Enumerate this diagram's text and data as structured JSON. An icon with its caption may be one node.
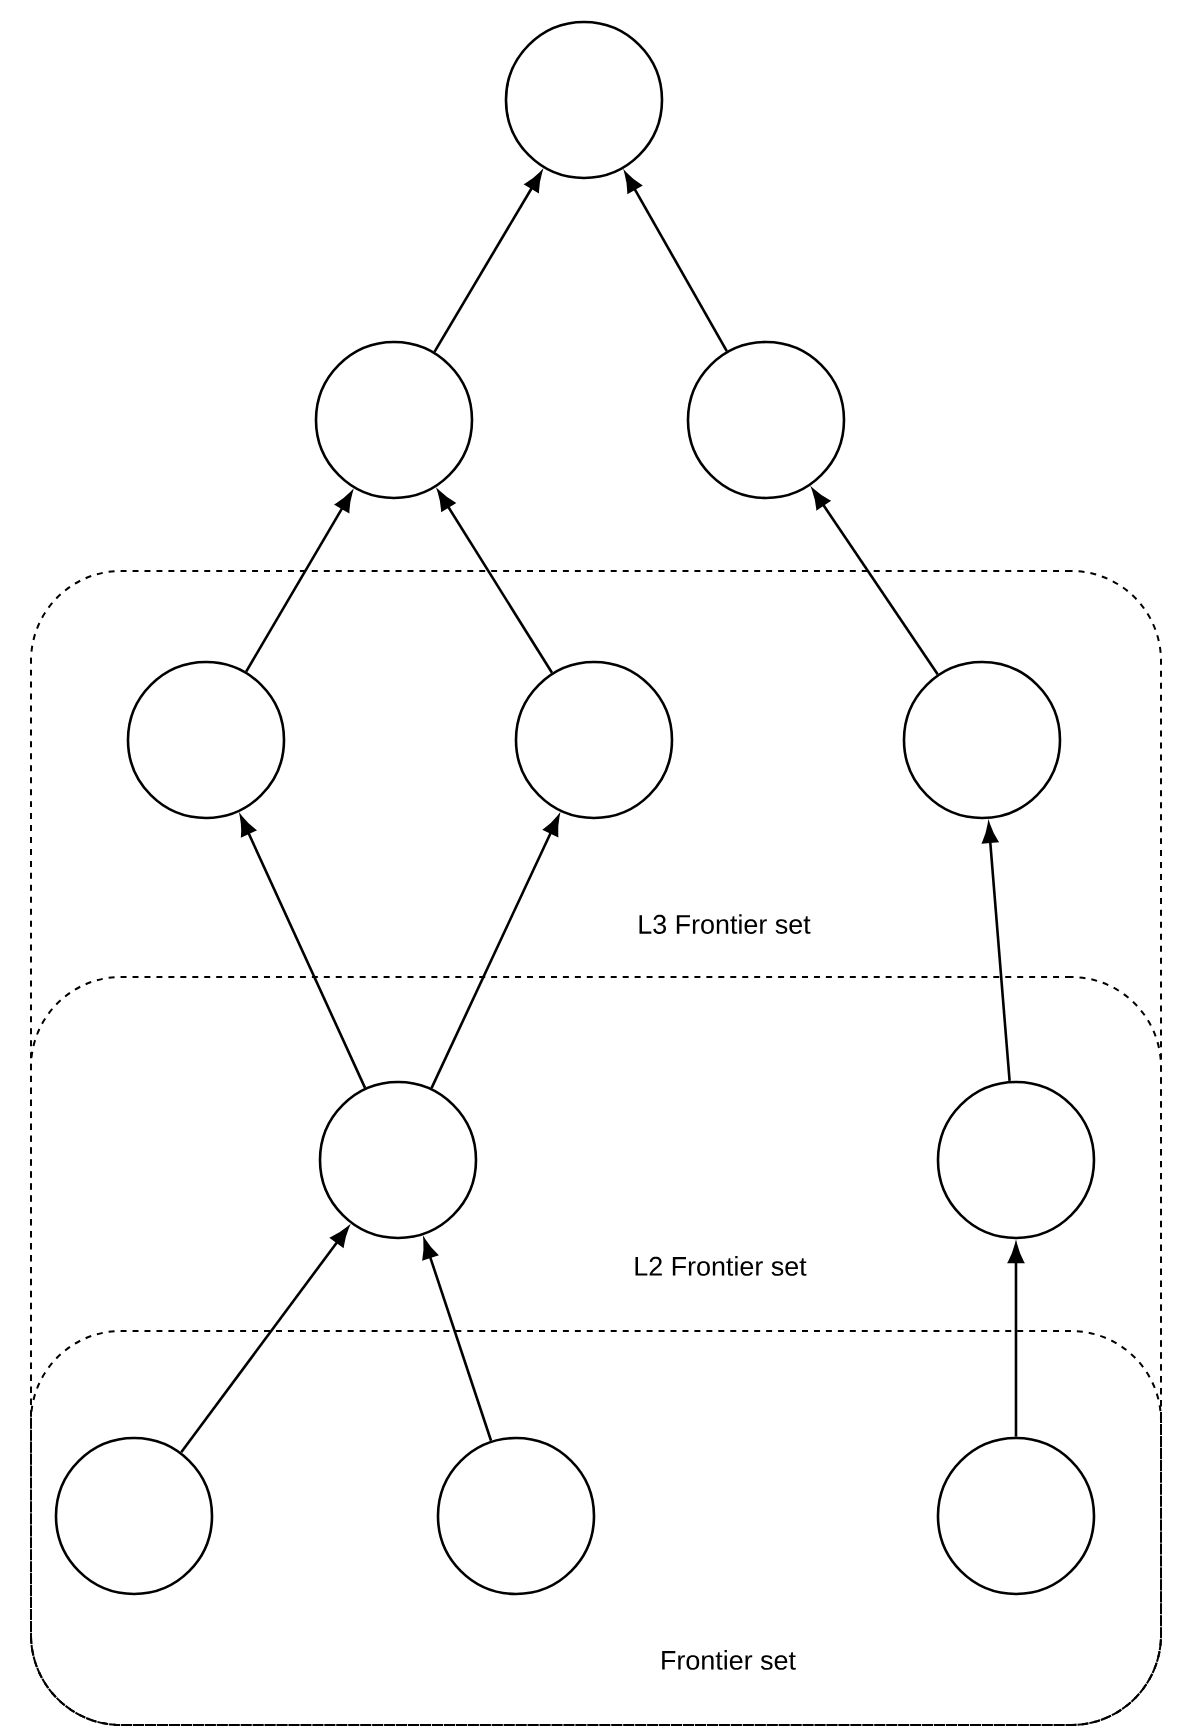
{
  "diagram": {
    "nodes": [
      {
        "text": [],
        "shape": "circle"
      },
      {
        "text": [],
        "shape": "circle"
      },
      {
        "text": [],
        "shape": "circle"
      },
      {
        "text": [
          "L3 Frontier set"
        ]
      },
      {
        "text": [],
        "shape": "circle",
        "in": 3
      },
      {
        "text": [],
        "shape": "circle",
        "in": 3
      },
      {
        "text": [],
        "shape": "circle",
        "in": 3
      },
      {
        "text": [
          "L2 Frontier set"
        ],
        "in": 3
      },
      {
        "text": [],
        "shape": "circle",
        "in": 7
      },
      {
        "text": [],
        "shape": "circle",
        "in": 7
      },
      {
        "text": [
          "Frontier set"
        ],
        "in": 7
      },
      {
        "text": [],
        "shape": "circle",
        "in": 10
      },
      {
        "text": [],
        "shape": "circle",
        "in": 10
      },
      {
        "text": [],
        "shape": "circle",
        "in": 10
      }
    ],
    "edges": [
      {
        "from": 1,
        "to": 0,
        "arrow": "to"
      },
      {
        "from": 2,
        "to": 0,
        "arrow": "to"
      },
      {
        "from": 4,
        "to": 1,
        "arrow": "to"
      },
      {
        "from": 5,
        "to": 1,
        "arrow": "to"
      },
      {
        "from": 6,
        "to": 2,
        "arrow": "to"
      },
      {
        "from": 8,
        "to": 4,
        "arrow": "to"
      },
      {
        "from": 8,
        "to": 5,
        "arrow": "to"
      },
      {
        "from": 9,
        "to": 6,
        "arrow": "to"
      },
      {
        "from": 11,
        "to": 8,
        "arrow": "to"
      },
      {
        "from": 12,
        "to": 8,
        "arrow": "to"
      },
      {
        "from": 13,
        "to": 9,
        "arrow": "to"
      }
    ]
  }
}
